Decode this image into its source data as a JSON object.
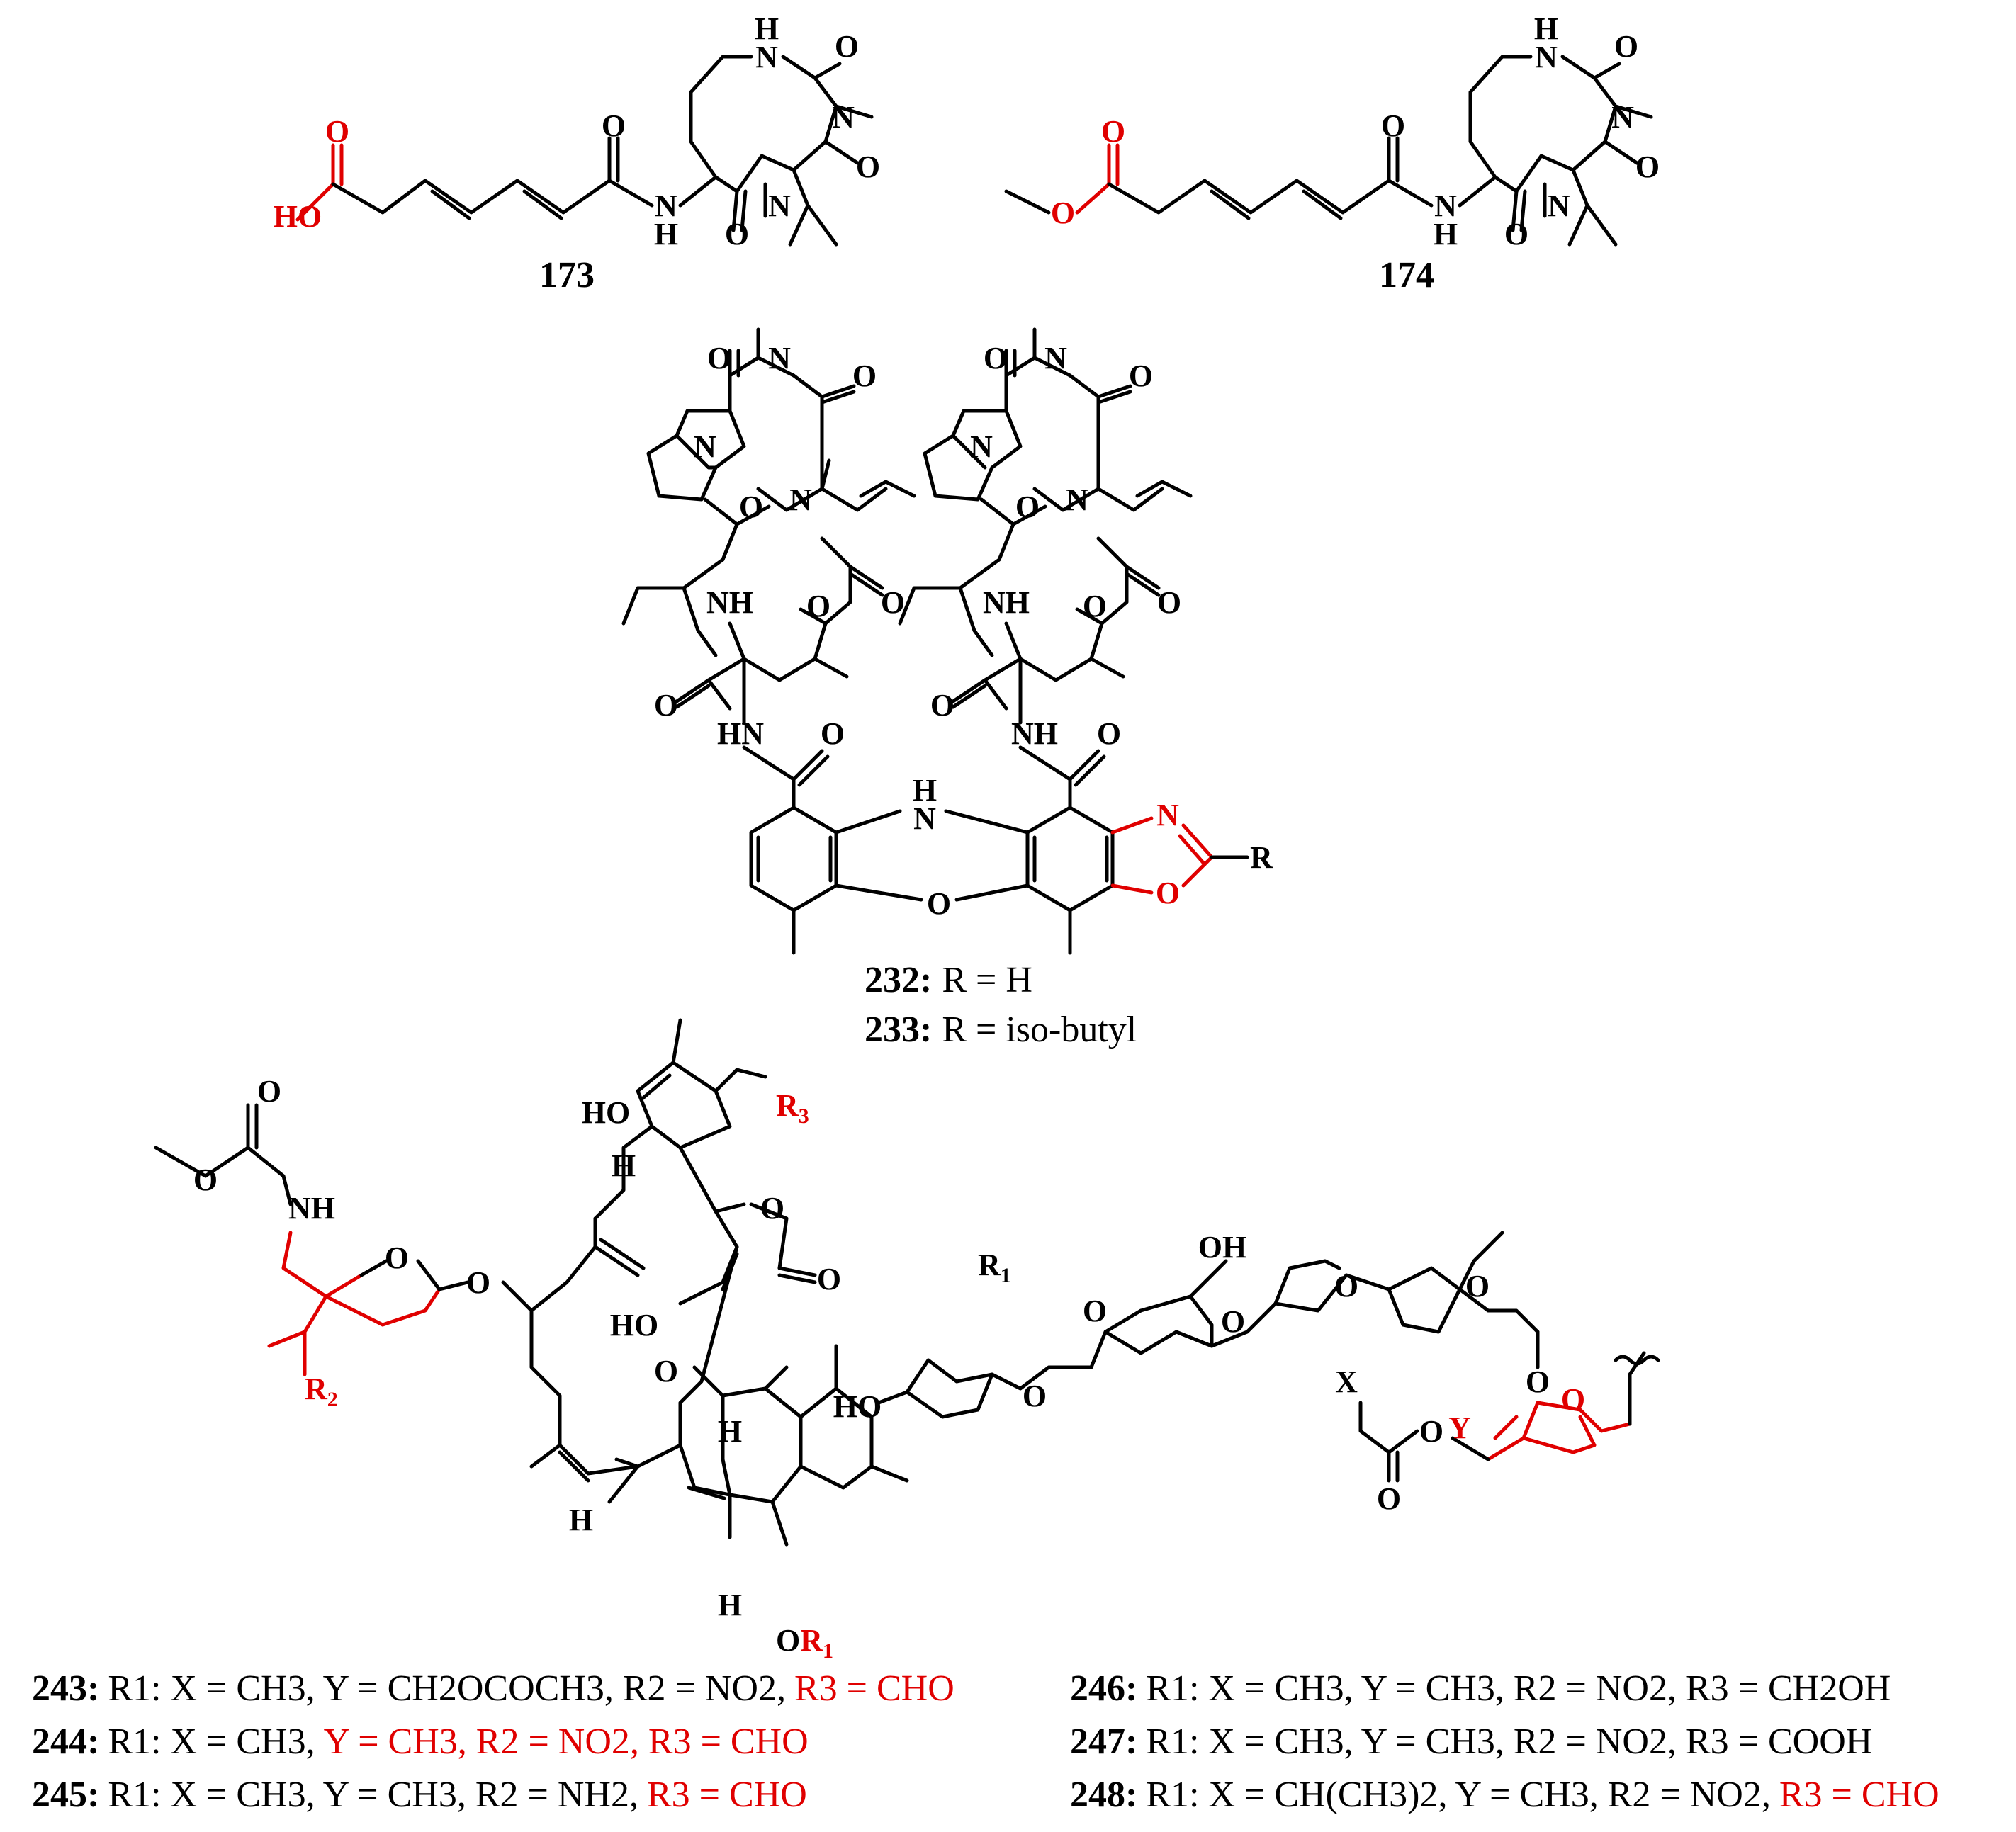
{
  "colors": {
    "highlight": "#e00000",
    "default": "#000000"
  },
  "compounds": {
    "c173": {
      "id": "173",
      "atoms": {
        "carbonyl_o": "O",
        "hydroxyl": "HO"
      }
    },
    "c174": {
      "id": "174",
      "atoms": {
        "carbonyl_o": "O",
        "methoxy_o": "O"
      }
    },
    "macro_atoms": {
      "N": "N",
      "NH": "NH",
      "HN": "HN",
      "H": "H",
      "O": "O"
    },
    "c232": {
      "label": "232:",
      "definition": "R = H"
    },
    "c233": {
      "label": "233:",
      "definition": "R = iso-butyl"
    },
    "phenox": {
      "N": "N",
      "O": "O",
      "R": "R",
      "NH": "H"
    },
    "kijanimicin": {
      "HO": "HO",
      "R3": "R",
      "R3_sub": "3",
      "H": "H",
      "NH": "NH",
      "O": "O",
      "R2": "R",
      "R2_sub": "2",
      "OR1_O": "O",
      "OR1_R": "R",
      "OR1_sub": "1",
      "R1_label": "R",
      "R1_sub": "1",
      "OH": "OH",
      "X": "X",
      "Y": "Y"
    },
    "variants": [
      {
        "label": "243:",
        "text_black": "R1: X = CH3, Y = CH2OCOCH3, R2 = NO2,",
        "text_red": "R3 = CHO"
      },
      {
        "label": "244:",
        "text_black": "R1: X = CH3,",
        "text_red": "Y = CH3, R2 = NO2, R3 = CHO"
      },
      {
        "label": "245:",
        "text_black": "R1: X = CH3, Y = CH3, R2 = NH2,",
        "text_red": "R3 = CHO"
      },
      {
        "label": "246:",
        "text_black": "R1: X = CH3, Y = CH3, R2 = NO2, R3 = CH2OH",
        "text_red": ""
      },
      {
        "label": "247:",
        "text_black": "R1: X = CH3, Y = CH3, R2 = NO2, R3 = COOH",
        "text_red": ""
      },
      {
        "label": "248:",
        "text_black": "R1: X = CH(CH3)2, Y = CH3, R2 = NO2,",
        "text_red": "R3 = CHO"
      }
    ]
  }
}
